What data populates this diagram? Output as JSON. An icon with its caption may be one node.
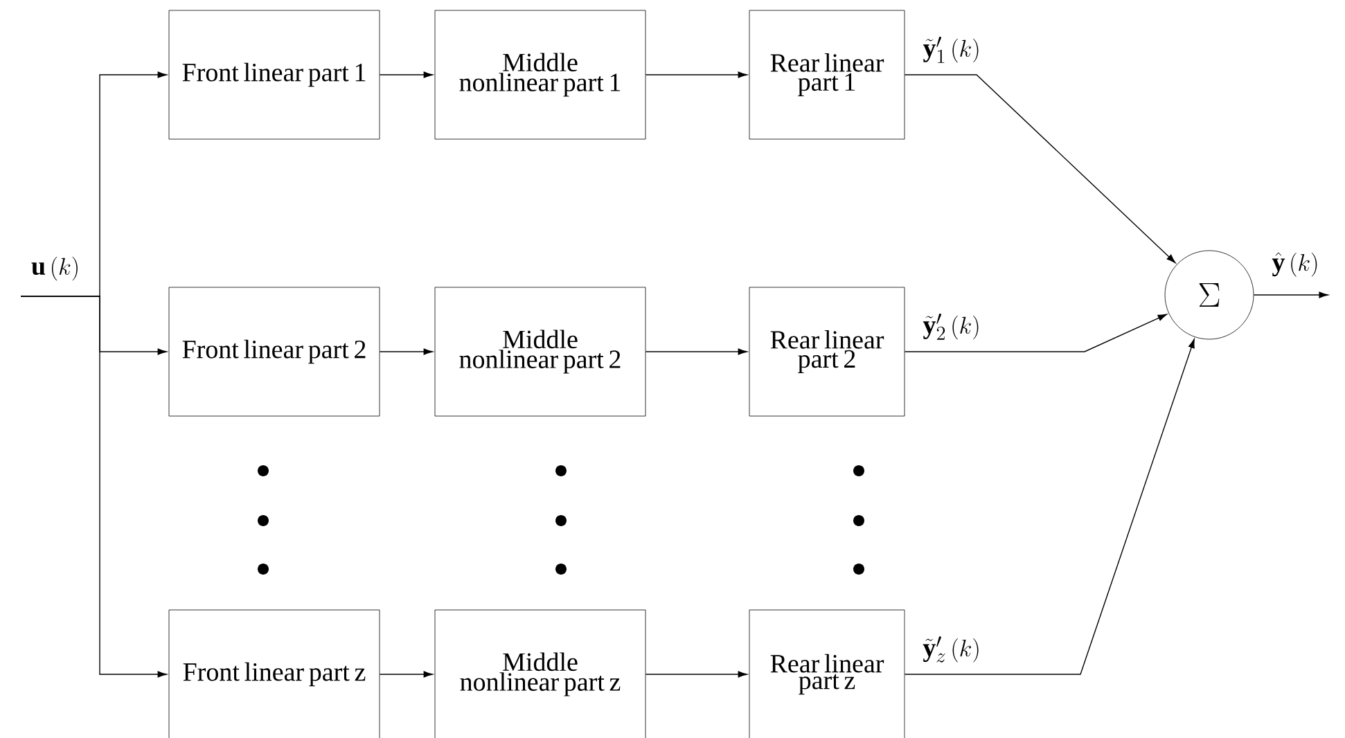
{
  "diagram": {
    "nodes": [
      {
        "text": [
          "Front linear part 1"
        ]
      },
      {
        "text": [
          "Middle nonlinear part 1"
        ]
      },
      {
        "text": [
          "Rear linear part 1"
        ]
      },
      {
        "text": [
          "Front linear part 2"
        ]
      },
      {
        "text": [
          "Middle nonlinear part 2"
        ]
      },
      {
        "text": [
          "Rear  linear part 2"
        ]
      },
      {
        "text": [
          "Front linear part z"
        ]
      },
      {
        "text": [
          "Middle nonlinear part z"
        ]
      },
      {
        "text": [
          "Rear linear part z"
        ]
      },
      {
        "text": [
          "\\Sigma"
        ]
      }
    ],
    "edges": [
      {
        "from": null,
        "to": 0,
        "arrow": "to",
        "label": "\\mathbf{u}\\left(k\\right)"
      },
      {
        "from": null,
        "to": 3,
        "arrow": "to"
      },
      {
        "from": null,
        "to": 6,
        "arrow": "to"
      },
      {
        "from": 0,
        "to": 1,
        "arrow": "to"
      },
      {
        "from": 1,
        "to": 2,
        "arrow": "to"
      },
      {
        "from": 3,
        "to": 4,
        "arrow": "to"
      },
      {
        "from": 4,
        "to": 5,
        "arrow": "to"
      },
      {
        "from": 6,
        "to": 7,
        "arrow": "to"
      },
      {
        "from": 7,
        "to": 8,
        "arrow": "to"
      },
      {
        "from": 2,
        "to": 9,
        "arrow": "to",
        "label": "\\tilde{\\mathbf{y}}'_{1}\\left(k\\right)"
      },
      {
        "from": 5,
        "to": 9,
        "arrow": "to",
        "label": "\\tilde{\\mathbf{y}}'_{2}\\left(k\\right)"
      },
      {
        "from": 8,
        "to": 9,
        "arrow": "to",
        "label": "\\tilde{\\mathbf{y}}'_{z}\\left(k\\right)"
      },
      {
        "from": 9,
        "to": null,
        "arrow": "to",
        "label": "\\hat{\\mathbf{y}}\\left(k\\right)"
      }
    ]
  }
}
